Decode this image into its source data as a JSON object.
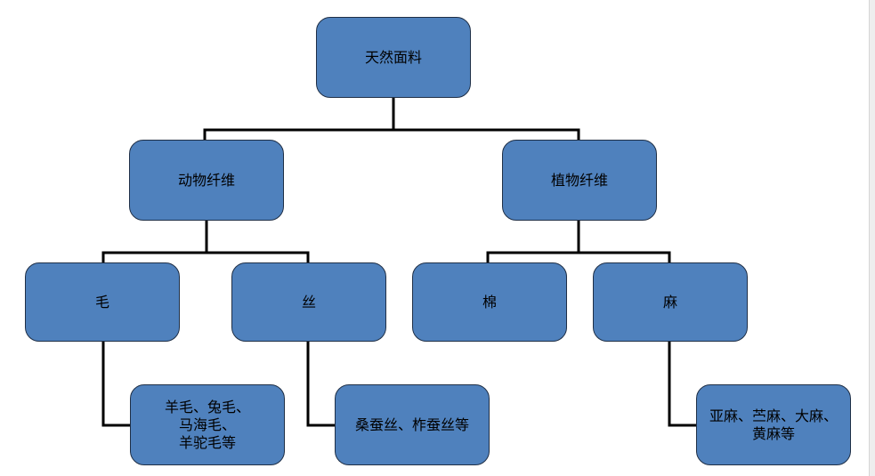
{
  "diagram": {
    "nodes": {
      "root": "天然面料",
      "animal": "动物纤维",
      "plant": "植物纤维",
      "wool": "毛",
      "silk": "丝",
      "cotton": "棉",
      "hemp": "麻",
      "wool_detail": "羊毛、兔毛、\n马海毛、\n羊驼毛等",
      "silk_detail": "桑蚕丝、柞蚕丝等",
      "hemp_detail": "亚麻、苎麻、大麻、\n黄麻等"
    },
    "colors": {
      "node_fill": "#4f81bd",
      "node_border": "#1f2f46",
      "connector": "#000000"
    }
  }
}
